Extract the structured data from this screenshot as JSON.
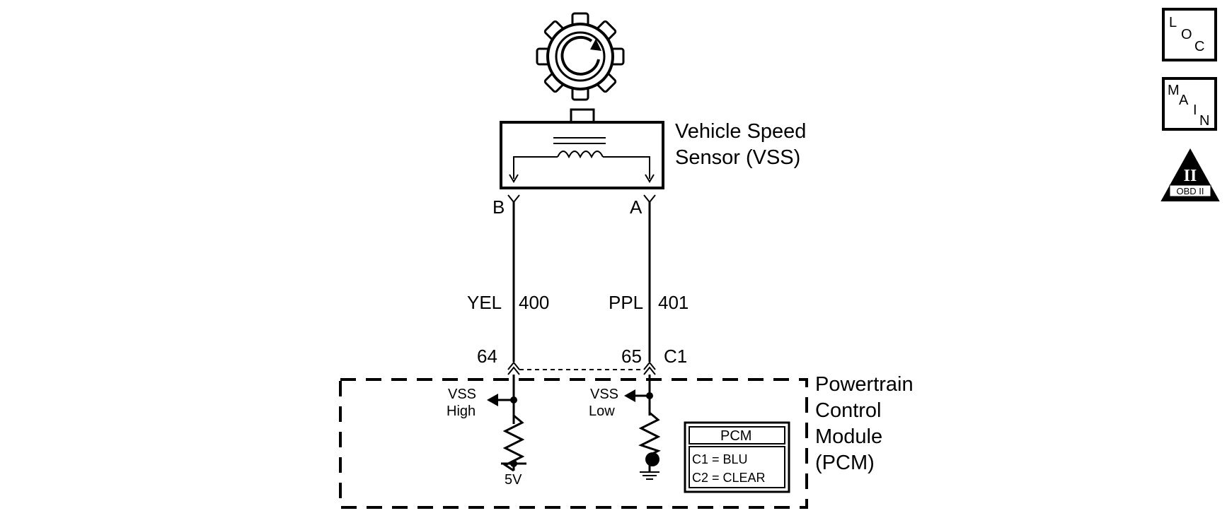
{
  "sensor": {
    "name_line1": "Vehicle Speed",
    "name_line2": "Sensor (VSS)",
    "terminal_left": "B",
    "terminal_right": "A"
  },
  "wires": {
    "left": {
      "color": "YEL",
      "circuit": "400",
      "pin": "64"
    },
    "right": {
      "color": "PPL",
      "circuit": "401",
      "pin": "65"
    },
    "connector": "C1"
  },
  "pcm": {
    "name_line1": "Powertrain",
    "name_line2": "Control",
    "name_line3": "Module",
    "name_line4": "(PCM)",
    "vss_high_line1": "VSS",
    "vss_high_line2": "High",
    "vss_low_line1": "VSS",
    "vss_low_line2": "Low",
    "supply": "5V",
    "table_title": "PCM",
    "table_row1": "C1 = BLU",
    "table_row2": "C2 = CLEAR"
  },
  "side_icons": {
    "loc": {
      "l1": "L",
      "l2": "O",
      "l3": "C"
    },
    "main": {
      "l1": "M",
      "l2": "A",
      "l3": "I",
      "l4": "N"
    },
    "obd": {
      "numeral": "II",
      "label": "OBD II"
    }
  }
}
